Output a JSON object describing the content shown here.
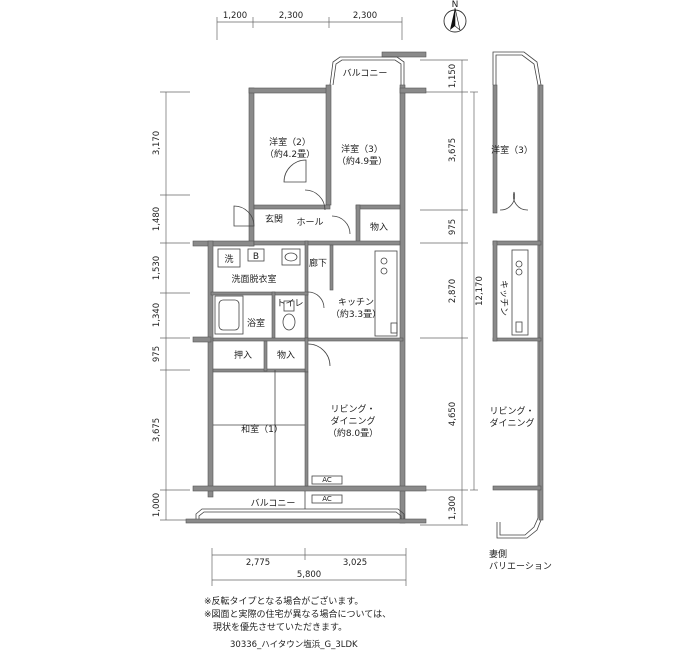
{
  "top_dims": [
    "1,200",
    "2,300",
    "2,300"
  ],
  "left_dims": [
    "1,150",
    "3,170",
    "1,480",
    "1,530",
    "1,340",
    "975",
    "3,675",
    "1,000"
  ],
  "right_dims": [
    "3,675",
    "975",
    "2,870",
    "4,650",
    "1,300"
  ],
  "right_total": "12,170",
  "bottom_dims": [
    "2,775",
    "3,025"
  ],
  "bottom_total": "5,800",
  "compass_label": "N",
  "rooms": {
    "balcony_top": "バルコニー",
    "western2": "洋室（2）",
    "western2_area": "（約4.2畳）",
    "western3": "洋室（3）",
    "western3_area": "（約4.9畳）",
    "entrance": "玄関",
    "hall": "ホール",
    "storage_top": "物入",
    "wash_mark": "洗",
    "b_mark": "B",
    "washroom": "洗面脱衣室",
    "corridor": "廊下",
    "bath": "浴室",
    "toilet": "トイレ",
    "kitchen": "キッチン",
    "kitchen_area": "（約3.3畳）",
    "closet": "押入",
    "storage_mid": "物入",
    "japanese": "和室（1）",
    "living1": "リビング・",
    "living2": "ダイニング",
    "living_area": "（約8.0畳）",
    "ac1": "AC",
    "ac2": "AC",
    "balcony_bottom": "バルコニー"
  },
  "variation": {
    "western3": "洋室（3）",
    "kitchen": "キッチン",
    "living1": "リビング・",
    "living2": "ダイニング",
    "caption1": "妻側",
    "caption2": "バリエーション"
  },
  "notes": [
    "※反転タイプとなる場合がございます。",
    "※図面と実際の住宅が異なる場合については、",
    "　現状を優先させていただきます。"
  ],
  "plan_code": "30336_ハイタウン塩浜_G_3LDK"
}
